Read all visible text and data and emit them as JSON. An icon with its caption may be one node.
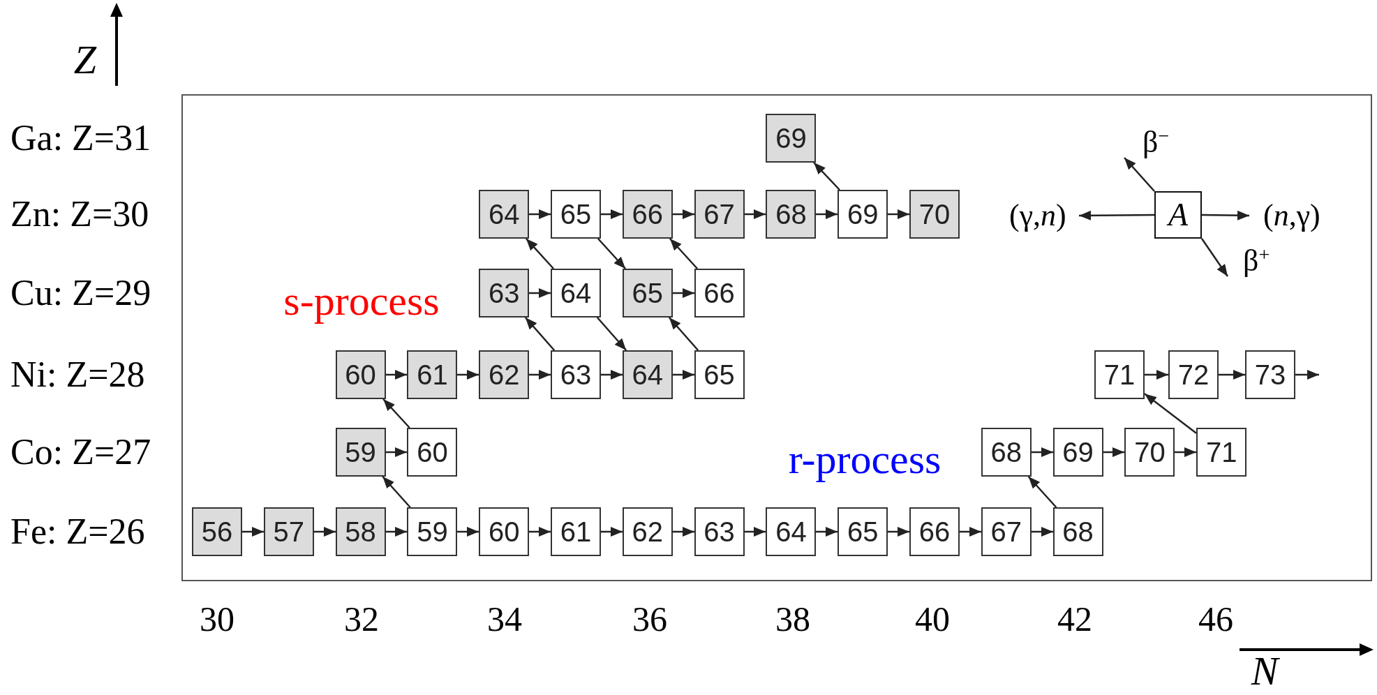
{
  "diagram": {
    "nodes": [
      {
        "text": [
          "69"
        ]
      },
      {
        "text": [
          "β$^{−}$"
        ]
      },
      {
        "text": [
          "64"
        ]
      },
      {
        "text": [
          "65"
        ]
      },
      {
        "text": [
          "66"
        ]
      },
      {
        "text": [
          "67"
        ]
      },
      {
        "text": [
          "68"
        ]
      },
      {
        "text": [
          "69"
        ]
      },
      {
        "text": [
          "70"
        ]
      },
      {
        "text": [
          "(γ,*n*)"
        ]
      },
      {
        "text": [
          "A"
        ]
      },
      {
        "text": [
          "(*n*,γ)"
        ]
      },
      {
        "text": [
          "β$^{+}$"
        ]
      },
      {
        "text": [
          "63"
        ]
      },
      {
        "text": [
          "64"
        ]
      },
      {
        "text": [
          "65"
        ]
      },
      {
        "text": [
          "66"
        ]
      },
      {
        "text": [
          "60"
        ]
      },
      {
        "text": [
          "61"
        ]
      },
      {
        "text": [
          "62"
        ]
      },
      {
        "text": [
          "63"
        ]
      },
      {
        "text": [
          "64"
        ]
      },
      {
        "text": [
          "65"
        ]
      },
      {
        "text": [
          "71"
        ]
      },
      {
        "text": [
          "72"
        ]
      },
      {
        "text": [
          "73"
        ]
      },
      {
        "text": [
          "59"
        ]
      },
      {
        "text": [
          "60"
        ]
      },
      {
        "text": [
          "68"
        ]
      },
      {
        "text": [
          "69"
        ]
      },
      {
        "text": [
          "70"
        ]
      },
      {
        "text": [
          "71"
        ]
      },
      {
        "text": [
          "56"
        ]
      },
      {
        "text": [
          "57"
        ]
      },
      {
        "text": [
          "58"
        ]
      },
      {
        "text": [
          "59"
        ]
      },
      {
        "text": [
          "60"
        ]
      },
      {
        "text": [
          "61"
        ]
      },
      {
        "text": [
          "62"
        ]
      },
      {
        "text": [
          "63"
        ]
      },
      {
        "text": [
          "64"
        ]
      },
      {
        "text": [
          "65"
        ]
      },
      {
        "text": [
          "66"
        ]
      },
      {
        "text": [
          "67"
        ]
      },
      {
        "text": [
          "68"
        ]
      }
    ],
    "edges": [
      {
        "from": 32,
        "to": 33,
        "arrow": "to"
      },
      {
        "from": 33,
        "to": 34,
        "arrow": "to"
      },
      {
        "from": 34,
        "to": 35,
        "arrow": "to"
      },
      {
        "from": 35,
        "to": 36,
        "arrow": "to"
      },
      {
        "from": 36,
        "to": 37,
        "arrow": "to"
      },
      {
        "from": 37,
        "to": 38,
        "arrow": "to"
      },
      {
        "from": 38,
        "to": 39,
        "arrow": "to"
      },
      {
        "from": 39,
        "to": 40,
        "arrow": "to"
      },
      {
        "from": 40,
        "to": 41,
        "arrow": "to"
      },
      {
        "from": 41,
        "to": 42,
        "arrow": "to"
      },
      {
        "from": 42,
        "to": 43,
        "arrow": "to"
      },
      {
        "from": 43,
        "to": 44,
        "arrow": "to"
      },
      {
        "from": 35,
        "to": 26,
        "arrow": "to"
      },
      {
        "from": 26,
        "to": 27,
        "arrow": "to"
      },
      {
        "from": 27,
        "to": 17,
        "arrow": "to"
      },
      {
        "from": 17,
        "to": 18,
        "arrow": "to"
      },
      {
        "from": 18,
        "to": 19,
        "arrow": "to"
      },
      {
        "from": 19,
        "to": 20,
        "arrow": "to"
      },
      {
        "from": 20,
        "to": 21,
        "arrow": "to"
      },
      {
        "from": 21,
        "to": 22,
        "arrow": "to"
      },
      {
        "from": 20,
        "to": 13,
        "arrow": "to"
      },
      {
        "from": 13,
        "to": 14,
        "arrow": "to"
      },
      {
        "from": 14,
        "to": 2,
        "arrow": "to"
      },
      {
        "from": 14,
        "to": 21,
        "arrow": "to"
      },
      {
        "from": 2,
        "to": 3,
        "arrow": "to"
      },
      {
        "from": 3,
        "to": 4,
        "arrow": "to"
      },
      {
        "from": 4,
        "to": 5,
        "arrow": "to"
      },
      {
        "from": 5,
        "to": 6,
        "arrow": "to"
      },
      {
        "from": 6,
        "to": 7,
        "arrow": "to"
      },
      {
        "from": 7,
        "to": 8,
        "arrow": "to"
      },
      {
        "from": 3,
        "to": 15,
        "arrow": "to"
      },
      {
        "from": 15,
        "to": 16,
        "arrow": "to"
      },
      {
        "from": 22,
        "to": 15,
        "arrow": "to"
      },
      {
        "from": 16,
        "to": 4,
        "arrow": "to"
      },
      {
        "from": 7,
        "to": 0,
        "arrow": "to"
      },
      {
        "from": 44,
        "to": 28,
        "arrow": "to"
      },
      {
        "from": 28,
        "to": 29,
        "arrow": "to"
      },
      {
        "from": 29,
        "to": 30,
        "arrow": "to"
      },
      {
        "from": 30,
        "to": 31,
        "arrow": "to"
      },
      {
        "from": 31,
        "to": 23,
        "arrow": "to"
      },
      {
        "from": 23,
        "to": 24,
        "arrow": "to"
      },
      {
        "from": 24,
        "to": 25,
        "arrow": "to"
      },
      {
        "from": 25,
        "to": null,
        "arrow": "to"
      },
      {
        "from": 10,
        "to": 1,
        "arrow": "to"
      },
      {
        "from": 10,
        "to": 9,
        "arrow": "to"
      },
      {
        "from": 10,
        "to": 11,
        "arrow": "to"
      },
      {
        "from": 10,
        "to": 12,
        "arrow": "to"
      }
    ],
    "labels": [
      "Z",
      "Ga: Z=31",
      "Zn: Z=30",
      "Cu: Z=29",
      "s-process",
      "Ni: Z=28",
      "Co: Z=27",
      "r-process",
      "Fe: Z=26",
      "30",
      "32",
      "34",
      "36",
      "38",
      "40",
      "42",
      "46",
      "N"
    ]
  }
}
